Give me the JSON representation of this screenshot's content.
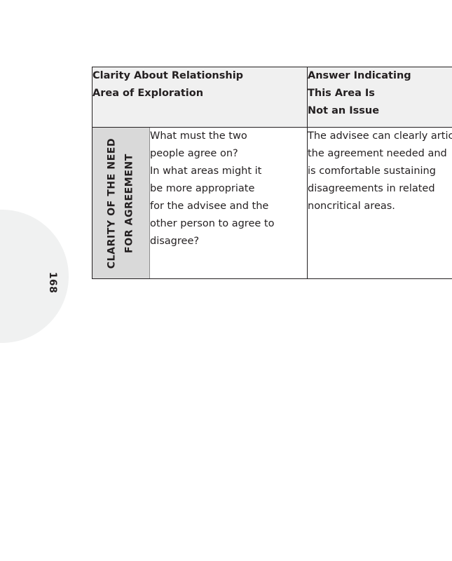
{
  "page": {
    "number": "168",
    "background_color": "#ffffff",
    "circle_color": "#f0f1f1"
  },
  "table": {
    "header": {
      "column_1": {
        "lines": [
          "Clarity About Relationship",
          "Area of Exploration"
        ]
      },
      "column_2": {
        "lines": [
          "Answer Indicating",
          "This Area Is",
          "Not an Issue"
        ]
      }
    },
    "rows": [
      {
        "row_label": {
          "lines": [
            "CLARITY OF THE NEED",
            "FOR AGREEMENT"
          ],
          "background_color": "#d9d9d9"
        },
        "question": {
          "lines": [
            "What must the two",
            "people agree on?",
            "In what areas might it",
            "be more appropriate",
            "for the advisee and the",
            "other person to agree to",
            "disagree?"
          ]
        },
        "answer": {
          "lines": [
            "The advisee can clearly articulate",
            "the agreement needed and",
            "is comfortable sustaining",
            "disagreements in related",
            "noncritical areas."
          ]
        }
      }
    ]
  }
}
